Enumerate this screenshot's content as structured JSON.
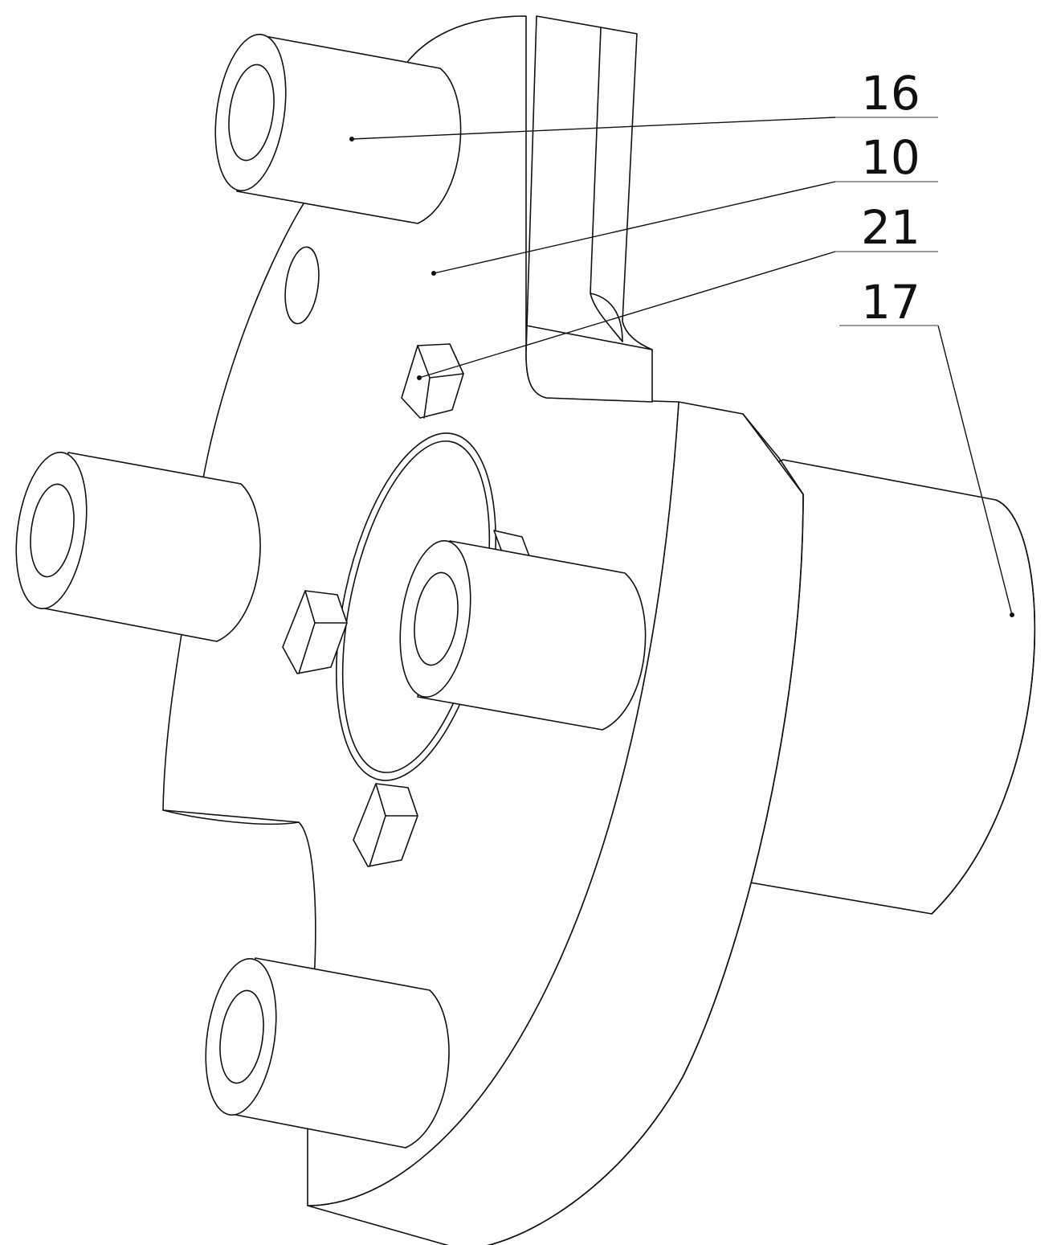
{
  "callouts": [
    {
      "id": "16",
      "label": "16"
    },
    {
      "id": "10",
      "label": "10"
    },
    {
      "id": "21",
      "label": "21"
    },
    {
      "id": "17",
      "label": "17"
    }
  ]
}
